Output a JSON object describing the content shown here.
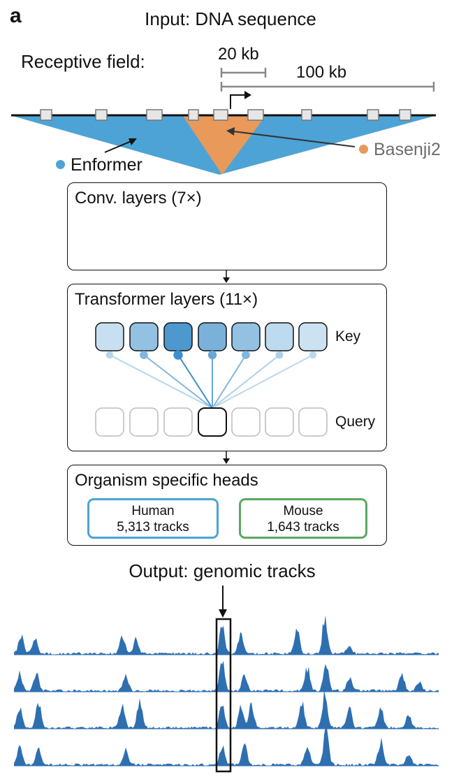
{
  "panel_label": "a",
  "input": {
    "title": "Input: DNA sequence",
    "receptive_field_label": "Receptive field:",
    "scale_small": "20 kb",
    "scale_large": "100 kb"
  },
  "models": {
    "enformer": {
      "label": "Enformer",
      "color": "#4da3d6"
    },
    "basenji": {
      "label": "Basenji2",
      "color": "#e9995a"
    }
  },
  "conv": {
    "title": "Conv. layers (7×)"
  },
  "transformer": {
    "title": "Transformer layers (11×)",
    "key_label": "Key",
    "query_label": "Query",
    "key_intensities": [
      0.15,
      0.45,
      0.85,
      0.6,
      0.45,
      0.2,
      0.12
    ]
  },
  "heads": {
    "title": "Organism specific heads",
    "human": {
      "name": "Human",
      "tracks": "5,313 tracks",
      "color": "#4da3d6"
    },
    "mouse": {
      "name": "Mouse",
      "tracks": "1,643 tracks",
      "color": "#5aa860"
    }
  },
  "output": {
    "title": "Output: genomic tracks",
    "track_color": "#2e6fb0"
  }
}
